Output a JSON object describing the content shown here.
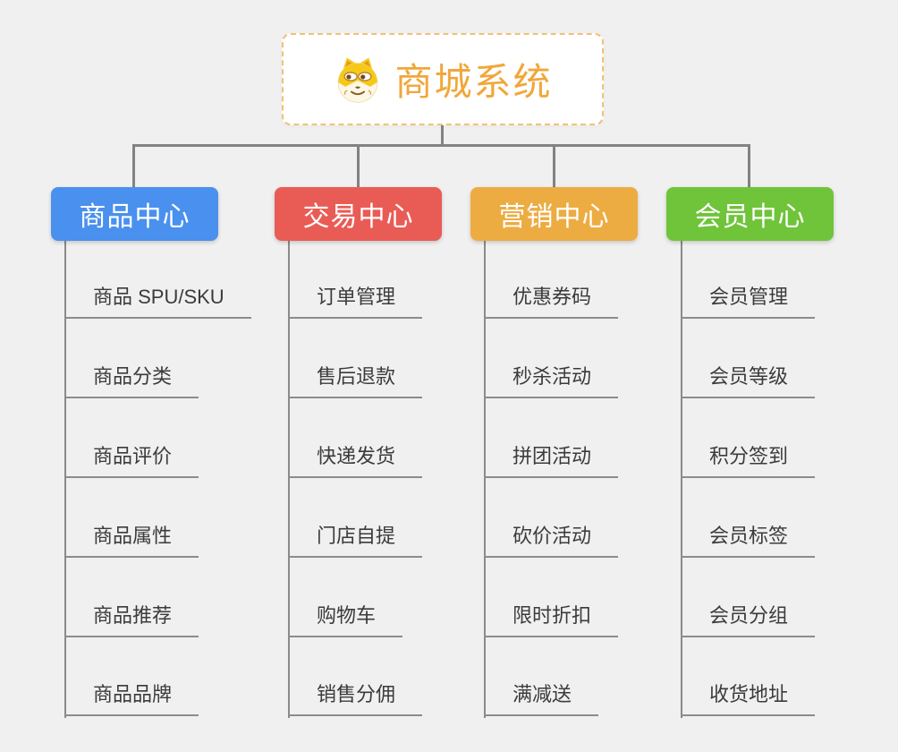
{
  "canvas": {
    "background": "#f0f0f0"
  },
  "root": {
    "label": "商城系统",
    "icon": "dog-face-icon",
    "text_color": "#f0a73a",
    "border_color": "#f2c175"
  },
  "connectors": {
    "color": "#828282"
  },
  "branches": [
    {
      "label": "商品中心",
      "color": "#4a90ee",
      "children": [
        "商品 SPU/SKU",
        "商品分类",
        "商品评价",
        "商品属性",
        "商品推荐",
        "商品品牌"
      ]
    },
    {
      "label": "交易中心",
      "color": "#e95c55",
      "children": [
        "订单管理",
        "售后退款",
        "快递发货",
        "门店自提",
        "购物车",
        "销售分佣"
      ]
    },
    {
      "label": "营销中心",
      "color": "#edac42",
      "children": [
        "优惠券码",
        "秒杀活动",
        "拼团活动",
        "砍价活动",
        "限时折扣",
        "满减送"
      ]
    },
    {
      "label": "会员中心",
      "color": "#6fc43a",
      "children": [
        "会员管理",
        "会员等级",
        "积分签到",
        "会员标签",
        "会员分组",
        "收货地址"
      ]
    }
  ]
}
